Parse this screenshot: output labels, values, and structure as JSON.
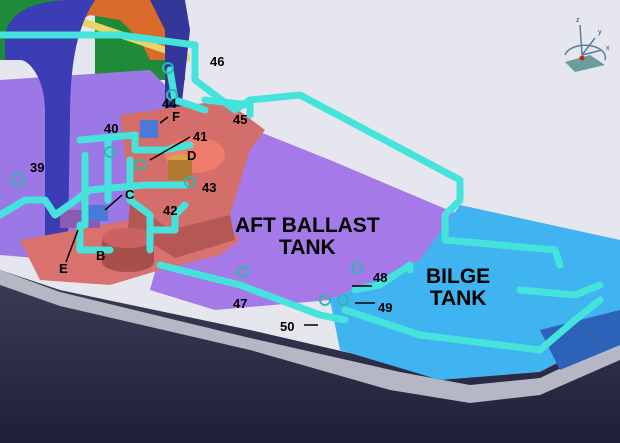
{
  "tanks": {
    "aft_ballast": {
      "line1": "AFT BALLAST",
      "line2": "TANK"
    },
    "bilge": {
      "line1": "BILGE",
      "line2": "TANK"
    }
  },
  "callouts": {
    "n39": "39",
    "n40": "40",
    "n41": "41",
    "n42": "42",
    "n43": "43",
    "n44": "44",
    "n45": "45",
    "n46": "46",
    "n47": "47",
    "n48": "48",
    "n49": "49",
    "n50": "50",
    "B": "B",
    "C": "C",
    "D": "D",
    "E": "E",
    "F": "F"
  },
  "colors": {
    "pipe": "#45e3dc",
    "hull_shell": "#e4e5ec",
    "aft_ballast_tank": "#9f7aea",
    "bilge_tank": "#3fb4f0",
    "machinery_deck": "#d9716e",
    "frame": "#3b3fb0",
    "background": "#2b2d4a"
  },
  "compass": {
    "x_label": "x",
    "y_label": "y",
    "z_label": "z"
  }
}
